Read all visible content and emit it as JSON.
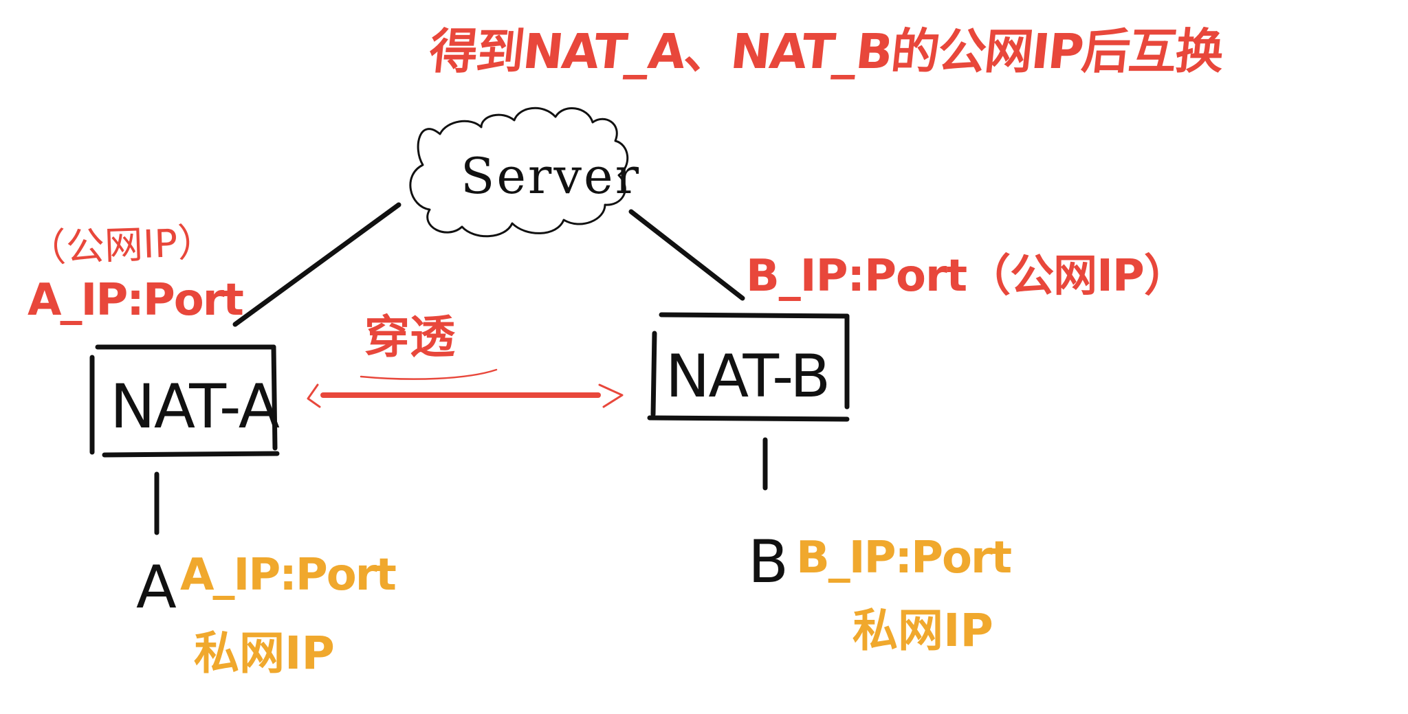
{
  "title": "得到NAT_A、NAT_B的公网IP后互换",
  "server": {
    "label": "Server"
  },
  "nat_a": {
    "label": "NAT-A",
    "public_note": "（公网IP）",
    "public_ip": "A_IP:Port"
  },
  "nat_b": {
    "label": "NAT-B",
    "public_ip": "B_IP:Port（公网IP）"
  },
  "punch": {
    "label": "穿透"
  },
  "host_a": {
    "label": "A",
    "private_ip": "A_IP:Port",
    "private_note": "私网IP"
  },
  "host_b": {
    "label": "B",
    "private_ip": "B_IP:Port",
    "private_note": "私网IP"
  },
  "colors": {
    "red": "#e8473b",
    "orange": "#f0a82d",
    "black": "#111111"
  }
}
